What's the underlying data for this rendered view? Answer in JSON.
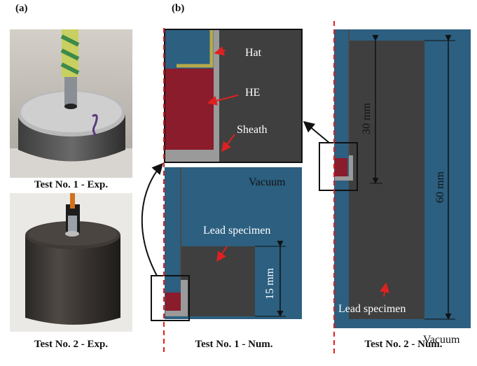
{
  "panel_labels": {
    "a": "(a)",
    "b": "(b)"
  },
  "captions": {
    "exp1": "Test No. 1 - Exp.",
    "exp2": "Test No. 2 - Exp.",
    "num1": "Test No. 1 - Num.",
    "num2": "Test No. 2 - Num."
  },
  "zoom_labels": {
    "hat": "Hat",
    "he": "HE",
    "sheath": "Sheath"
  },
  "num1_labels": {
    "vacuum": "Vacuum",
    "lead": "Lead specimen",
    "dim": "15 mm"
  },
  "num2_labels": {
    "dim30": "30 mm",
    "dim60": "60 mm",
    "lead": "Lead specimen",
    "vacuum": "Vacuum"
  },
  "colors": {
    "vacuum": "#2c5f80",
    "lead": "#3f3f3f",
    "he": "#8a1c2c",
    "hat": "#b8a94a",
    "sheath": "#9a9a9a",
    "arrow": "#e02020",
    "axis": "#e02020"
  }
}
